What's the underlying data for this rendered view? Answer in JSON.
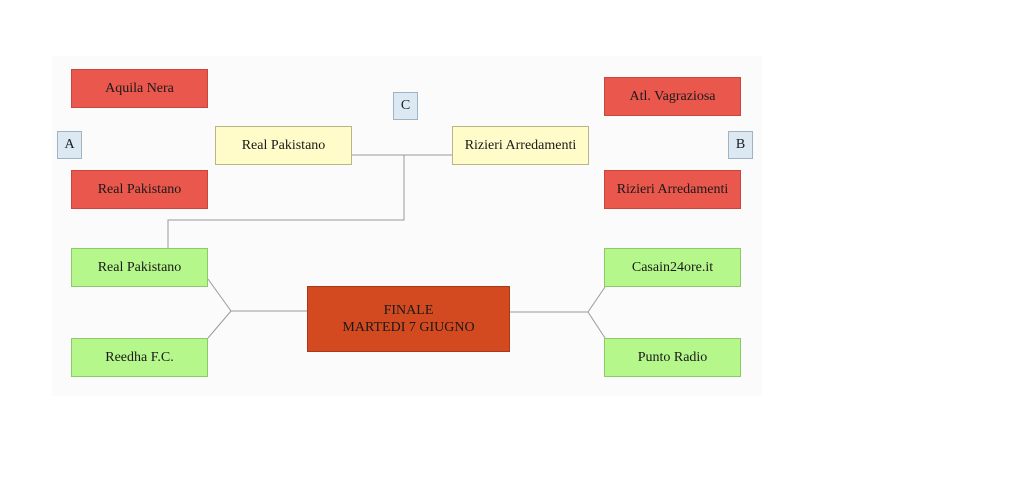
{
  "group_labels": {
    "a": "A",
    "b": "B",
    "c": "C"
  },
  "group_a": {
    "team1": "Aquila Nera",
    "team2": "Real Pakistano"
  },
  "group_b": {
    "team1": "Atl. Vagraziosa",
    "team2": "Rizieri Arredamenti"
  },
  "group_c": {
    "left": "Real Pakistano",
    "right": "Rizieri Arredamenti"
  },
  "semifinal_left": {
    "team1": "Real Pakistano",
    "team2": "Reedha F.C."
  },
  "semifinal_right": {
    "team1": "Casain24ore.it",
    "team2": "Punto Radio"
  },
  "final": {
    "line1": "FINALE",
    "line2": "MARTEDI 7 GIUGNO"
  },
  "colors": {
    "eliminated": "#e9574d",
    "group_c": "#fffcc9",
    "qualified": "#b6f78c",
    "final": "#d44a20",
    "tag": "#dce9f3"
  }
}
